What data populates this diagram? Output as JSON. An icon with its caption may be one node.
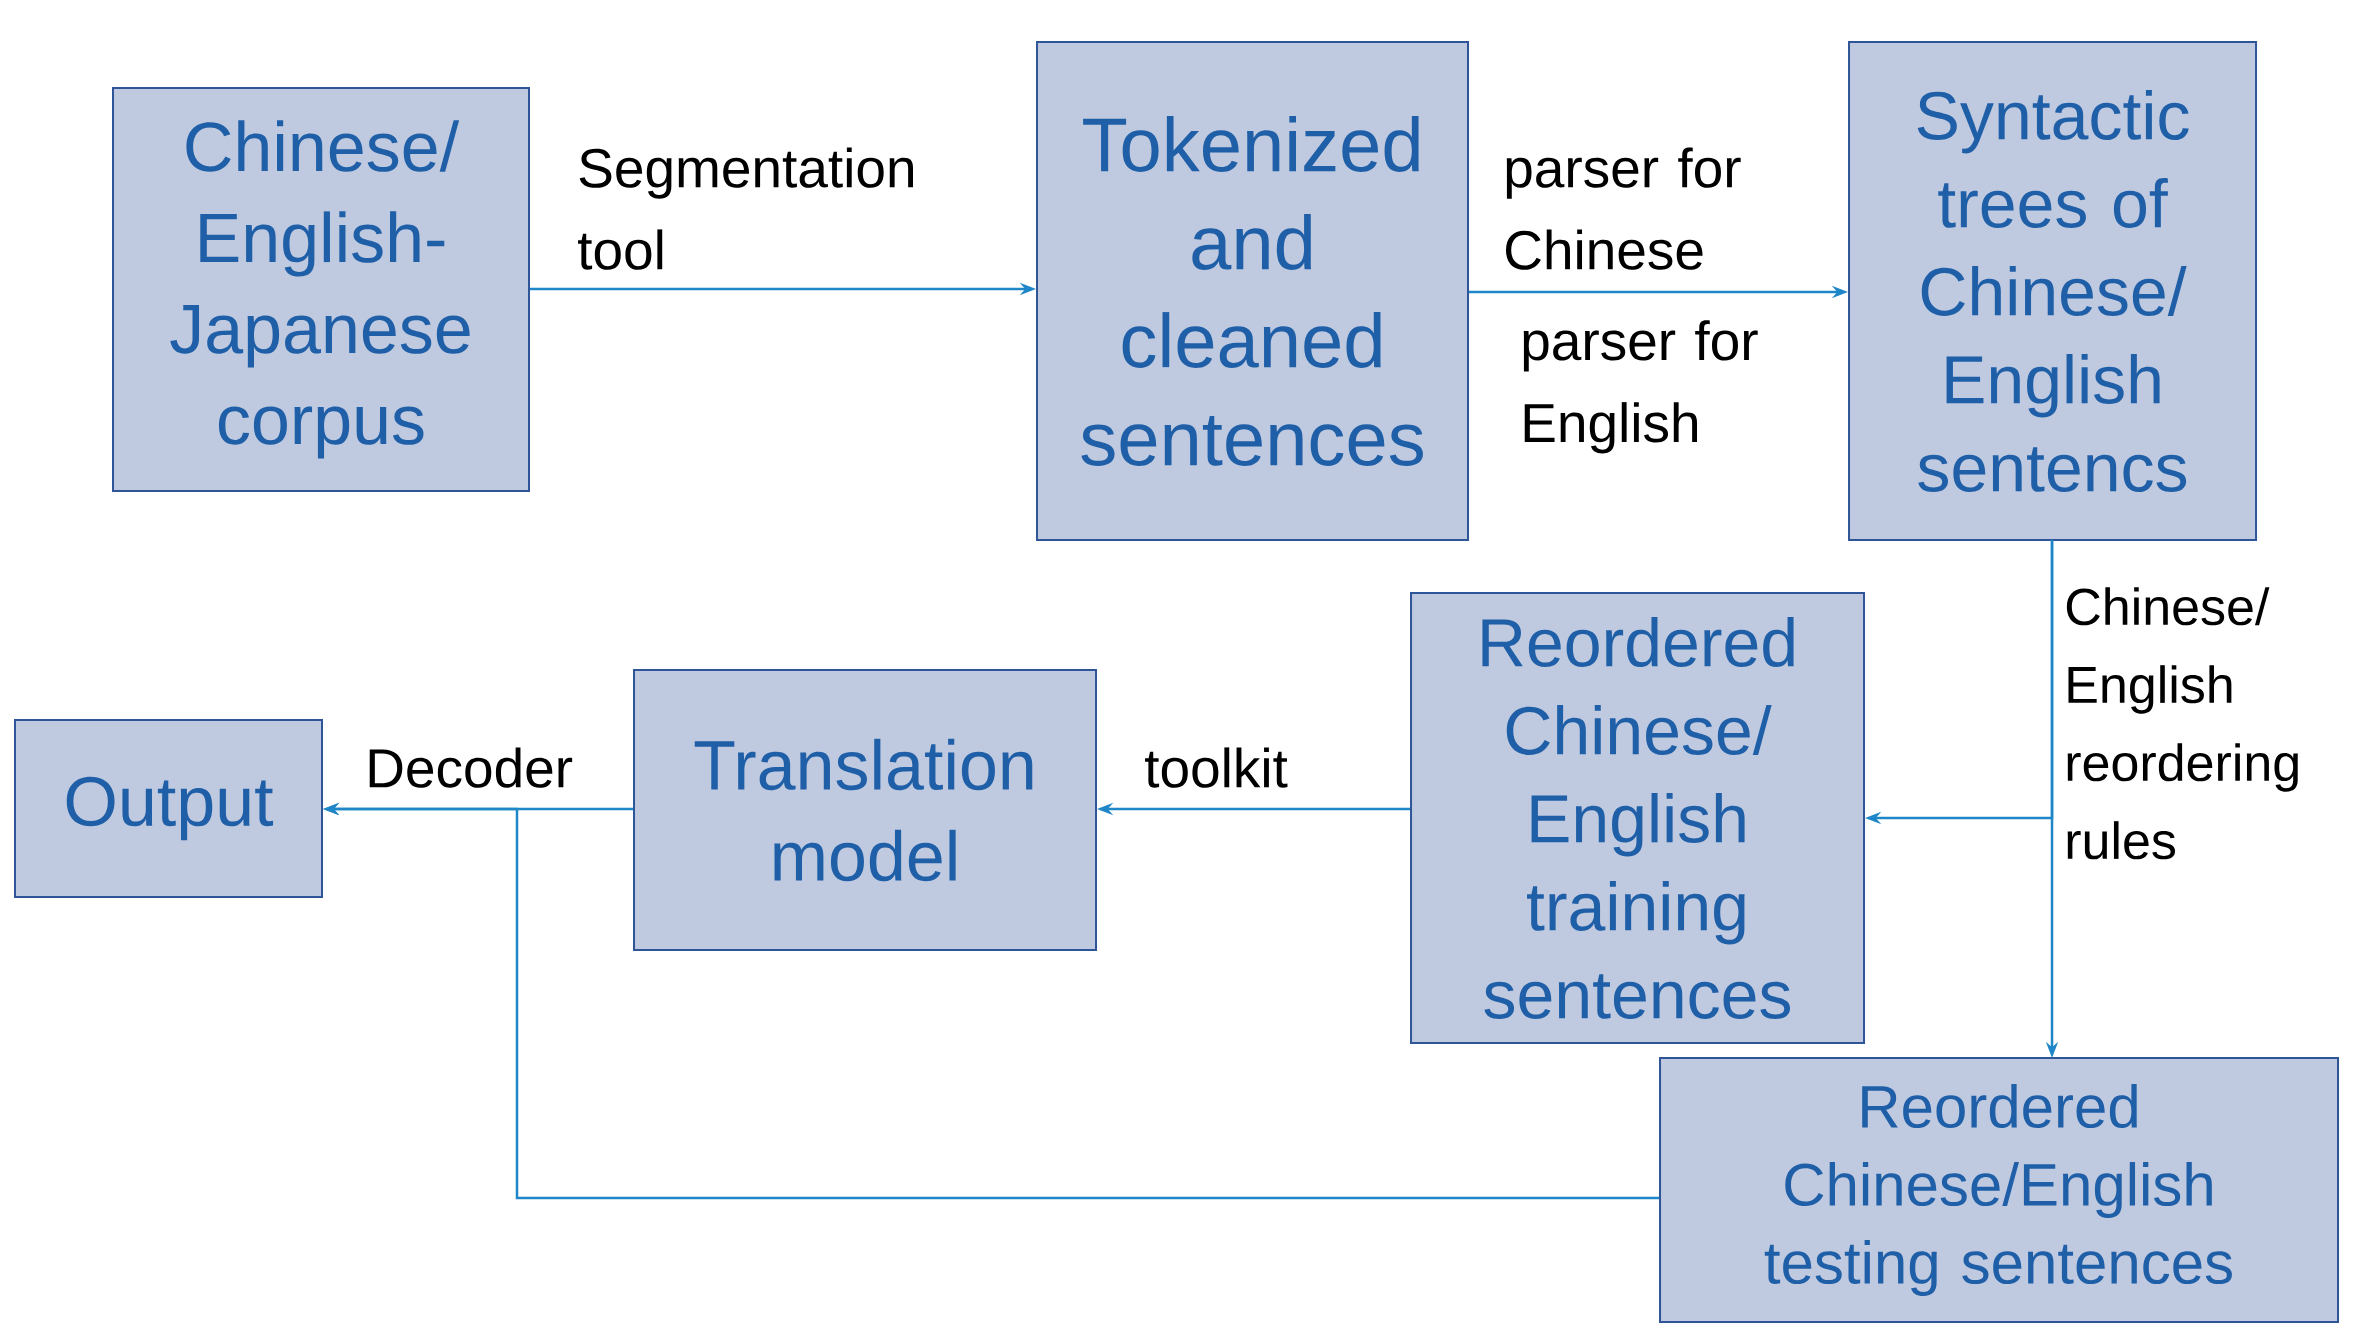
{
  "diagram": {
    "nodes": [
      {
        "text": [
          "Chinese/ English-Japanese corpus"
        ]
      },
      {
        "text": [
          "Tokenized and cleaned sentences"
        ]
      },
      {
        "text": [
          "Syntactic trees of Chinese/ English sentencs"
        ]
      },
      {
        "text": [
          "Reordered Chinese/ English training sentences"
        ]
      },
      {
        "text": [
          "Translation model"
        ]
      },
      {
        "text": [
          "Output"
        ]
      },
      {
        "text": [
          "Reordered Chinese/English testing sentences"
        ]
      }
    ],
    "edges": [
      {
        "from": 0,
        "to": 1,
        "arrow": "to",
        "label": "Segmentation tool"
      },
      {
        "from": 1,
        "to": 2,
        "arrow": "to",
        "label": "parser for Chinese"
      },
      {
        "from": 2,
        "to": 3,
        "arrow": "to",
        "label": "Chinese/ English reordering rules"
      },
      {
        "from": 2,
        "to": 6,
        "arrow": "to"
      },
      {
        "from": 3,
        "to": 4,
        "arrow": "to",
        "label": "toolkit"
      },
      {
        "from": 4,
        "to": 5,
        "arrow": "to",
        "label": "Decoder"
      },
      {
        "from": 6,
        "to": 5,
        "arrow": "to"
      }
    ],
    "labels": [
      "parser for English"
    ]
  }
}
